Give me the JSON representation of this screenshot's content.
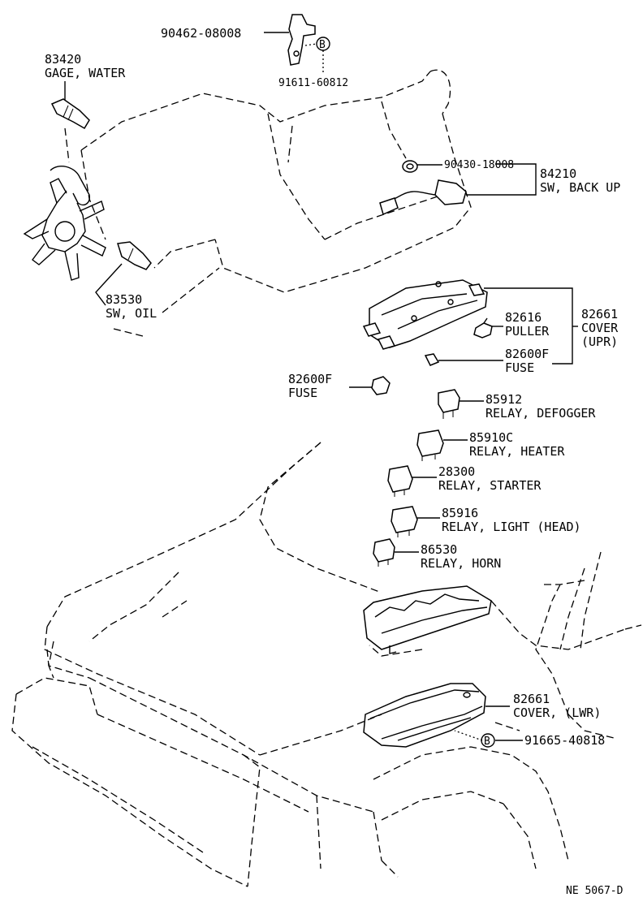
{
  "parts": {
    "bracket": {
      "number": "90462-08008"
    },
    "bolt_bracket": {
      "number": "91611-60812",
      "marker": "B"
    },
    "water_gage": {
      "number": "83420",
      "name": "GAGE, WATER"
    },
    "washer": {
      "number": "90430-18008"
    },
    "backup_switch": {
      "number": "84210",
      "name": "SW, BACK UP"
    },
    "oil_switch": {
      "number": "83530",
      "name": "SW, OIL"
    },
    "puller": {
      "number": "82616",
      "name": "PULLER"
    },
    "cover_upper": {
      "number": "82661",
      "name": "COVER",
      "qualifier": "(UPR)"
    },
    "fuse_box": {
      "number": "82600F",
      "name": "FUSE"
    },
    "fuse_loose": {
      "number": "82600F",
      "name": "FUSE"
    },
    "relay_defogger": {
      "number": "85912",
      "name": "RELAY, DEFOGGER"
    },
    "relay_heater": {
      "number": "85910C",
      "name": "RELAY, HEATER"
    },
    "relay_starter": {
      "number": "28300",
      "name": "RELAY, STARTER"
    },
    "relay_headlight": {
      "number": "85916",
      "name": "RELAY, LIGHT (HEAD)"
    },
    "relay_horn": {
      "number": "86530",
      "name": "RELAY, HORN"
    },
    "cover_lower": {
      "number": "82661",
      "name": "COVER, (LWR)"
    },
    "bolt_cover": {
      "number": "91665-40818",
      "marker": "B"
    }
  },
  "footer": {
    "code": "NE 5067-D"
  }
}
